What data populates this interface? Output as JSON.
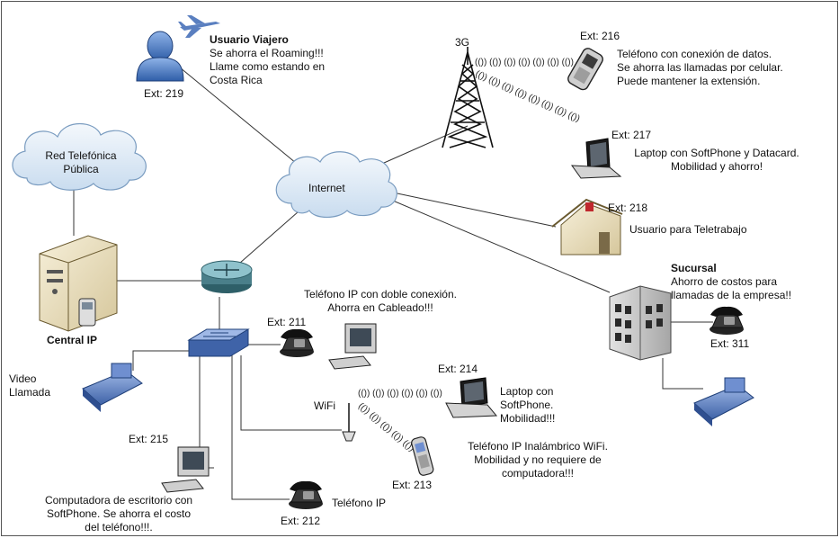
{
  "nodes": {
    "pstn": {
      "label_lines": [
        "Red Telefónica",
        "Pública"
      ]
    },
    "internet": {
      "label": "Internet"
    },
    "tower": {
      "label": "3G"
    },
    "traveler": {
      "title": "Usuario Viajero",
      "desc_lines": [
        "Se ahorra el Roaming!!!",
        "Llame como estando en",
        "Costa Rica"
      ],
      "ext": "Ext: 219"
    },
    "phone216": {
      "ext": "Ext: 216",
      "desc_lines": [
        "Teléfono con conexión de datos.",
        "Se ahorra las llamadas por celular.",
        "Puede mantener la extensión."
      ]
    },
    "laptop217": {
      "ext": "Ext: 217",
      "desc_lines": [
        "Laptop con SoftPhone y Datacard.",
        "Mobilidad y ahorro!"
      ]
    },
    "house218": {
      "ext": "Ext: 218",
      "desc": "Usuario para Teletrabajo"
    },
    "branch": {
      "title": "Sucursal",
      "desc_lines": [
        "Ahorro de costos para",
        "llamadas de la empresa!!"
      ],
      "ext": "Ext: 311"
    },
    "central": {
      "label": "Central IP"
    },
    "ipphone211": {
      "desc_lines": [
        "Teléfono IP con doble conexión.",
        "Ahorra en Cableado!!!"
      ],
      "ext": "Ext: 211"
    },
    "video": {
      "label_lines": [
        "Video",
        "Llamada"
      ]
    },
    "wifi": {
      "label": "WiFi"
    },
    "laptop214": {
      "ext": "Ext: 214",
      "desc_lines": [
        "Laptop con",
        "SoftPhone.",
        "Mobilidad!!!"
      ]
    },
    "wifiphone213": {
      "desc_lines": [
        "Teléfono IP Inalámbrico WiFi.",
        "Mobilidad y no requiere de",
        "computadora!!!"
      ],
      "ext": "Ext: 213"
    },
    "desktop215": {
      "ext": "Ext: 215",
      "desc_lines": [
        "Computadora de escritorio con",
        "SoftPhone. Se ahorra el costo",
        "del teléfono!!!."
      ]
    },
    "ipphone212": {
      "desc": "Teléfono IP",
      "ext": "Ext: 212"
    }
  },
  "icons": [
    "cloud-icon",
    "user-icon",
    "airplane-icon",
    "tower-icon",
    "cell-phone-icon",
    "laptop-icon",
    "house-icon",
    "building-icon",
    "server-icon",
    "router-icon",
    "switch-icon",
    "desk-phone-icon",
    "desktop-computer-icon",
    "video-phone-icon",
    "wifi-antenna-icon"
  ],
  "colors": {
    "frame": "#555555",
    "link": "#333333",
    "cloud_fill": "#e3eef8",
    "cloud_stroke": "#7a9cc0",
    "device_blue": "#5a7fc0",
    "router": "#4a7f8a"
  }
}
